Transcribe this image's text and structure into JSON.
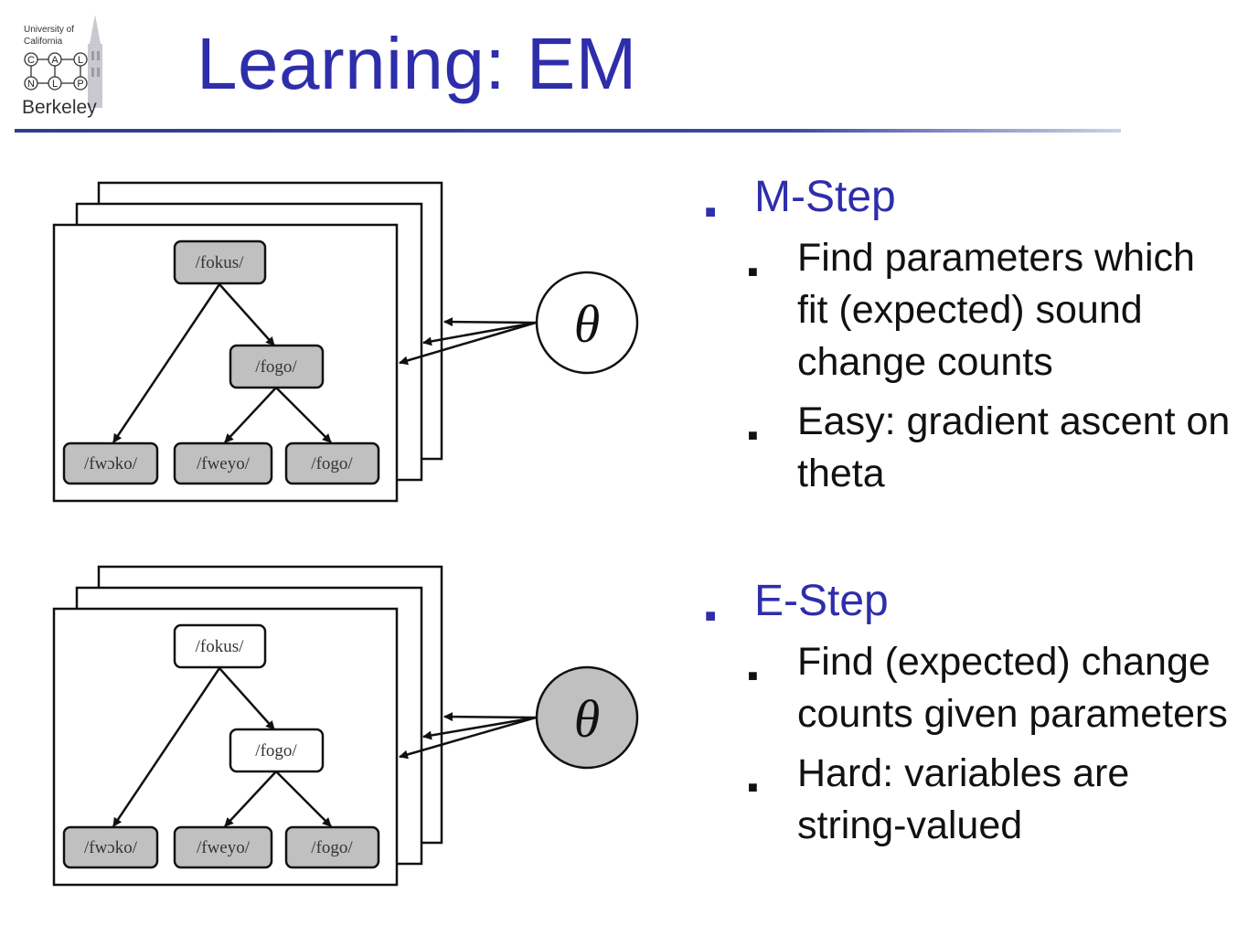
{
  "logo": {
    "line1": "University of",
    "line2": "California",
    "letters_top": [
      "C",
      "A",
      "L"
    ],
    "letters_bottom": [
      "N",
      "L",
      "P"
    ],
    "name": "Berkeley"
  },
  "title": "Learning: EM",
  "diagrams": [
    {
      "root": "/fokus/",
      "mid": "/fogo/",
      "leaves": [
        "/fwɔko/",
        "/fweyo/",
        "/fogo/"
      ],
      "theta": "θ",
      "internal_nodes_shaded": true,
      "theta_shaded": false
    },
    {
      "root": "/fokus/",
      "mid": "/fogo/",
      "leaves": [
        "/fwɔko/",
        "/fweyo/",
        "/fogo/"
      ],
      "theta": "θ",
      "internal_nodes_shaded": false,
      "theta_shaded": true
    }
  ],
  "colors": {
    "title": "#2e2eab",
    "shaded_node": "#c0c0c0",
    "open_node": "#ffffff",
    "rule": "#3b4aa0"
  },
  "m_step": {
    "heading": "M-Step",
    "points": [
      "Find parameters which fit (expected) sound change counts",
      "Easy: gradient ascent on theta"
    ]
  },
  "e_step": {
    "heading": "E-Step",
    "points": [
      "Find (expected) change counts given parameters",
      "Hard: variables are string-valued"
    ]
  }
}
